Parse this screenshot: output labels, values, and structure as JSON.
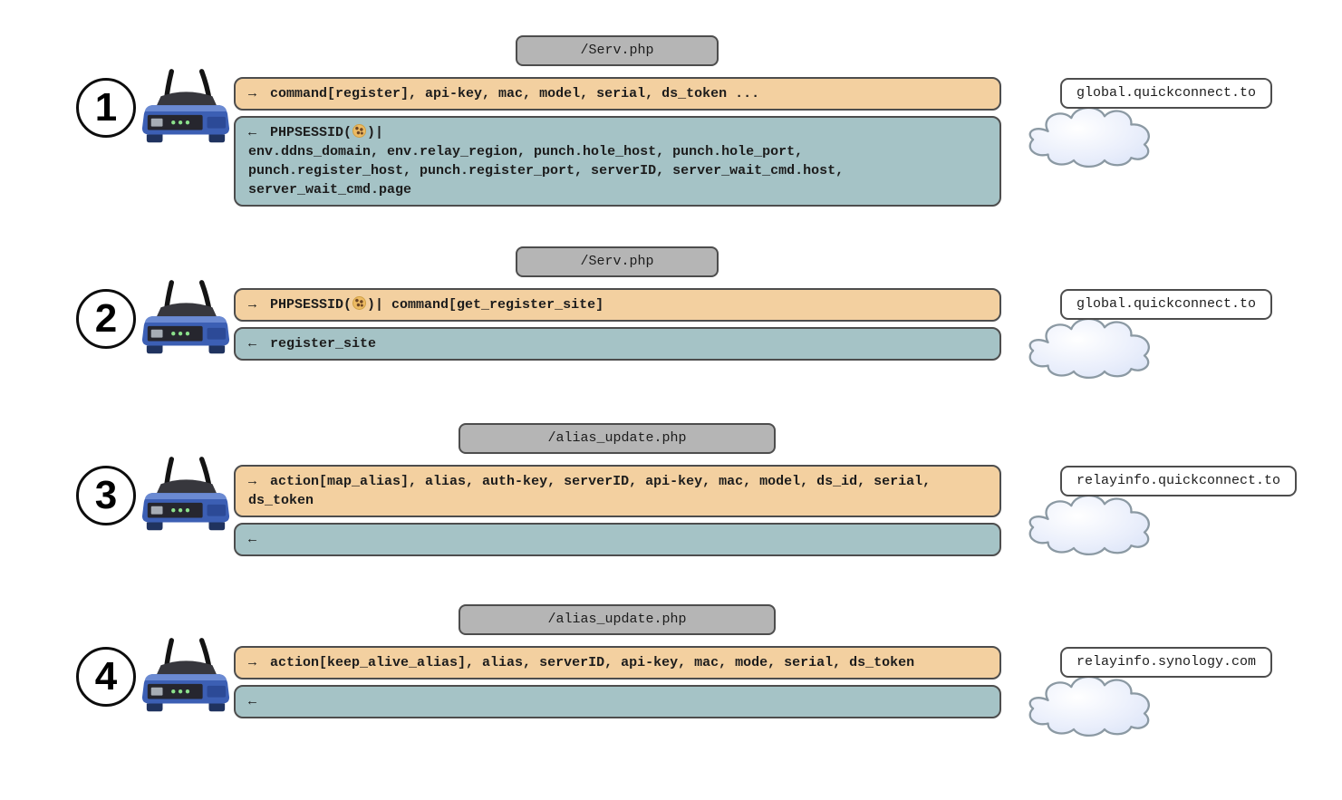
{
  "palette": {
    "request_bg": "#f3d0a0",
    "response_bg": "#a5c3c6",
    "endpoint_bg": "#b5b5b5",
    "box_border": "#4d4d4d",
    "cloud_border": "#8b99a3",
    "router_body": "#3c5fb4",
    "led_green": "#8be08b"
  },
  "icons": {
    "cookie": "🍪",
    "right_arrow": "→",
    "left_arrow": "←"
  },
  "steps": [
    {
      "number": "1",
      "endpoint": "/Serv.php",
      "request": {
        "arrow": "→",
        "pre": "command[register], api-key, mac, model, serial, ds_token ...",
        "cookie": false,
        "post": ""
      },
      "response": {
        "arrow": "←",
        "pre": "PHPSESSID(",
        "cookie": true,
        "post": ")|",
        "extra_lines": "env.ddns_domain, env.relay_region, punch.hole_host, punch.hole_port,\npunch.register_host, punch.register_port, serverID, server_wait_cmd.host,\nserver_wait_cmd.page"
      },
      "cloud_label": "global.quickconnect.to"
    },
    {
      "number": "2",
      "endpoint": "/Serv.php",
      "request": {
        "arrow": "→",
        "pre": "PHPSESSID(",
        "cookie": true,
        "post": ")| command[get_register_site]"
      },
      "response": {
        "arrow": "←",
        "pre": "register_site",
        "cookie": false,
        "post": ""
      },
      "cloud_label": "global.quickconnect.to"
    },
    {
      "number": "3",
      "endpoint": "/alias_update.php",
      "request": {
        "arrow": "→",
        "pre": "action[map_alias], alias, auth-key, serverID, api-key, mac, model, ds_id, serial, ds_token",
        "cookie": false,
        "post": ""
      },
      "response": {
        "arrow": "←",
        "pre": "",
        "cookie": false,
        "post": ""
      },
      "cloud_label": "relayinfo.quickconnect.to"
    },
    {
      "number": "4",
      "endpoint": "/alias_update.php",
      "request": {
        "arrow": "→",
        "pre": "action[keep_alive_alias], alias, serverID, api-key, mac, mode, serial, ds_token",
        "cookie": false,
        "post": ""
      },
      "response": {
        "arrow": "←",
        "pre": "",
        "cookie": false,
        "post": ""
      },
      "cloud_label": "relayinfo.synology.com"
    }
  ]
}
